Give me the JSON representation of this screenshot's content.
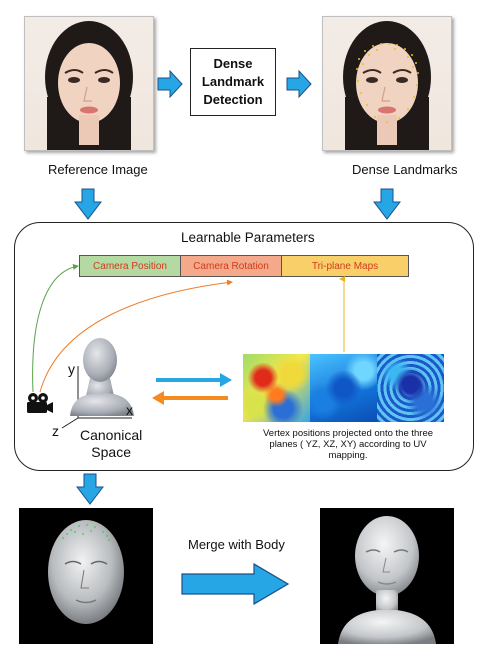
{
  "top": {
    "reference_label": "Reference Image",
    "detection_box_lines": [
      "Dense",
      "Landmark",
      "Detection"
    ],
    "landmarks_label": "Dense Landmarks"
  },
  "panel": {
    "title": "Learnable Parameters",
    "params": [
      {
        "label": "Camera Position",
        "color": "#b5d9a3"
      },
      {
        "label": "Camera Rotation",
        "color": "#f4a98a"
      },
      {
        "label": "Tri-plane Maps",
        "color": "#f9cf6a"
      }
    ],
    "canonical_label_lines": [
      "Canonical",
      "Space"
    ],
    "axes": {
      "x": "x",
      "y": "y",
      "z": "z"
    },
    "caption_lines": [
      "Vertex positions projected onto the three",
      "planes ( YZ, XZ, XY) according to  UV",
      "mapping."
    ]
  },
  "bottom": {
    "merge_label": "Merge with Body"
  },
  "colors": {
    "arrow_blue": "#27a6e6",
    "arrow_orange": "#f48b1e",
    "line_green": "#5aa34a",
    "line_orange": "#ef7d2a",
    "line_yellow": "#e8b41a"
  }
}
